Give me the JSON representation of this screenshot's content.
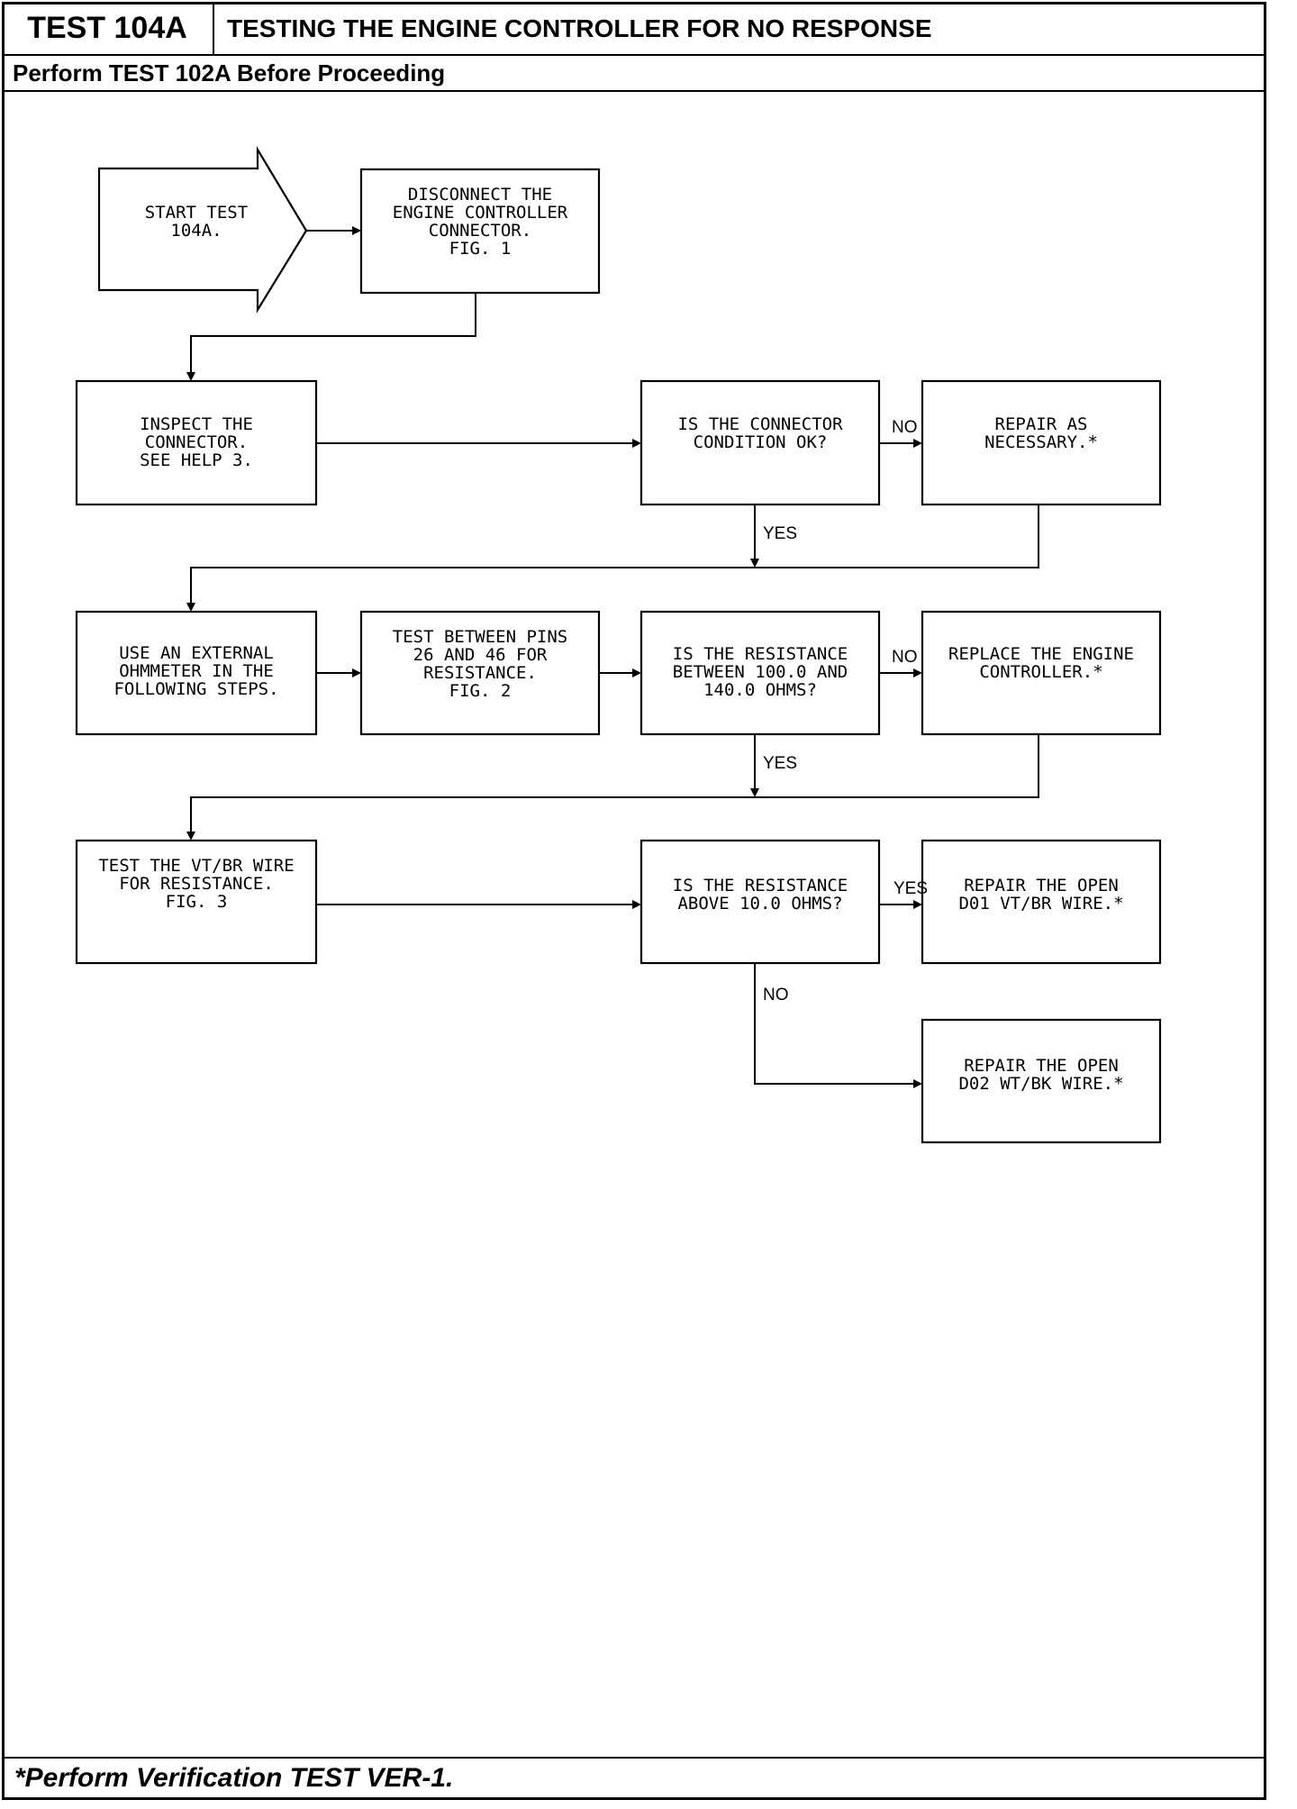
{
  "header": {
    "test_id": "TEST 104A",
    "title": "TESTING THE ENGINE CONTROLLER FOR NO RESPONSE"
  },
  "subheader": "Perform TEST 102A Before Proceeding",
  "footer": "*Perform Verification TEST VER-1.",
  "flowchart": {
    "start": [
      "START TEST",
      "104A."
    ],
    "disconnect": [
      "DISCONNECT THE",
      "ENGINE CONTROLLER",
      "CONNECTOR.",
      "",
      "FIG. 1"
    ],
    "inspect": [
      "INSPECT THE",
      "CONNECTOR.",
      "SEE HELP 3."
    ],
    "q_connector": [
      "IS THE CONNECTOR",
      "CONDITION OK?"
    ],
    "repair_necessary": [
      "REPAIR AS",
      "NECESSARY.*"
    ],
    "use_ohmmeter": [
      "USE AN EXTERNAL",
      "OHMMETER IN THE",
      "FOLLOWING STEPS."
    ],
    "test_pins": [
      "TEST BETWEEN PINS",
      "26 AND 46 FOR",
      "RESISTANCE.",
      "",
      "FIG. 2"
    ],
    "q_resistance_range": [
      "IS THE RESISTANCE",
      "BETWEEN 100.0 AND",
      "140.0 OHMS?"
    ],
    "replace_controller": [
      "REPLACE THE ENGINE",
      "CONTROLLER.*"
    ],
    "test_wire": [
      "TEST THE VT/BR WIRE",
      "FOR RESISTANCE.",
      "",
      "",
      "FIG. 3"
    ],
    "q_resistance_above": [
      "IS THE RESISTANCE",
      "ABOVE 10.0 OHMS?"
    ],
    "repair_d01": [
      "REPAIR THE OPEN",
      "D01 VT/BR WIRE.*"
    ],
    "repair_d02": [
      "REPAIR THE OPEN",
      "D02 WT/BK WIRE.*"
    ],
    "labels": {
      "no_1": "NO",
      "yes_1": "YES",
      "no_2": "NO",
      "yes_2": "YES",
      "yes_3": "YES",
      "no_3": "NO"
    }
  }
}
